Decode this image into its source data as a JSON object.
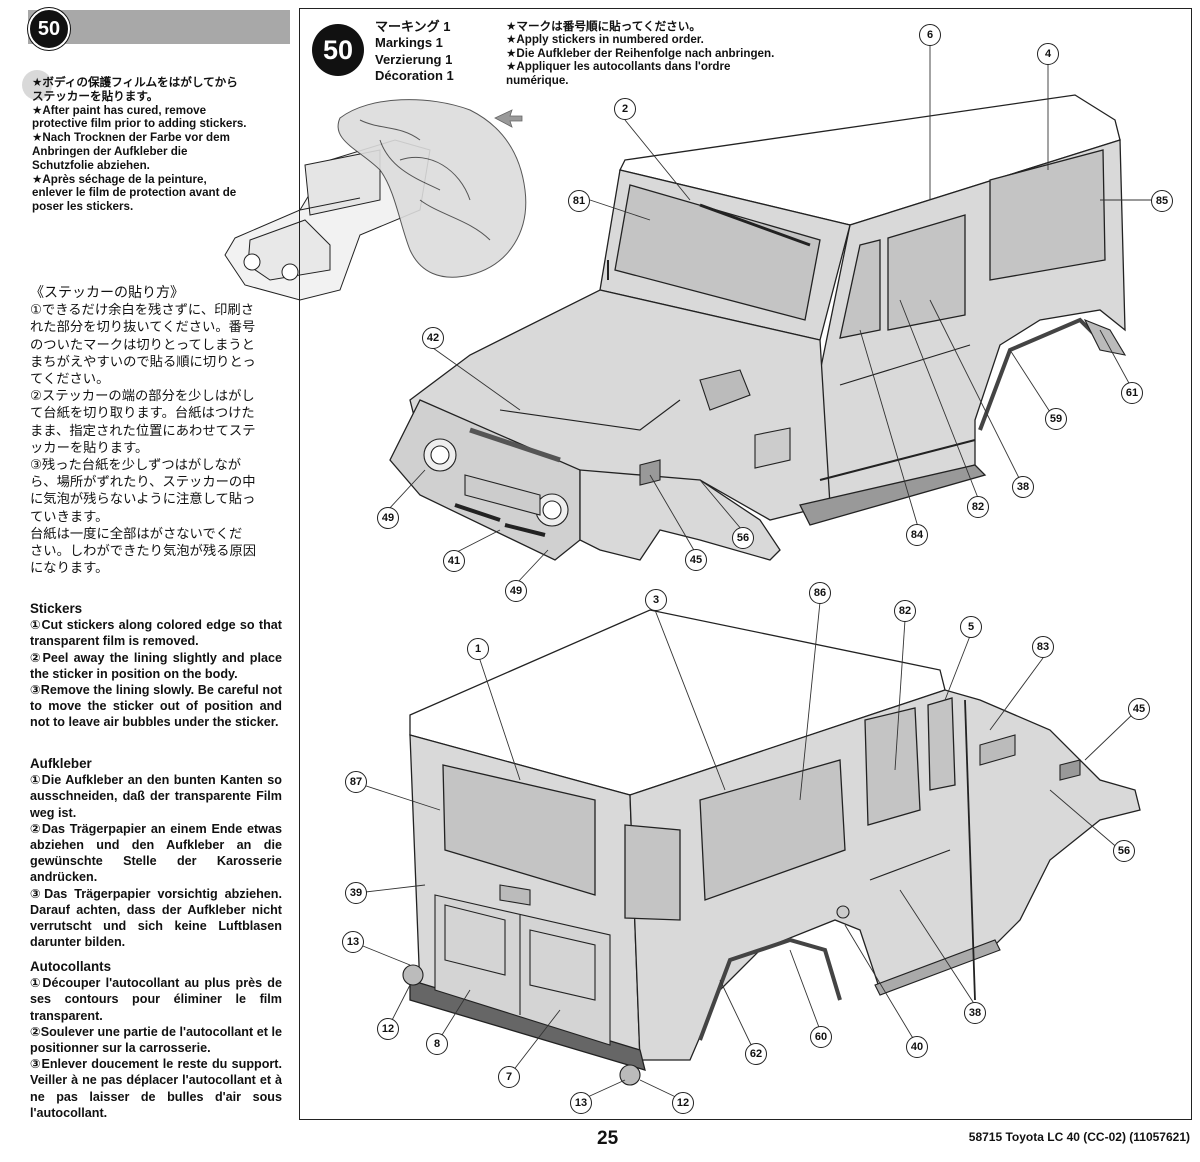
{
  "left": {
    "step_number": "50",
    "notes": [
      "★ボディの保護フィルムをはがしてから",
      "ステッカーを貼ります。",
      "★After paint has cured, remove",
      "protective film prior to adding stickers.",
      "★Nach Trocknen der Farbe vor dem",
      "Anbringen der Aufkleber die",
      "Schutzfolie abziehen.",
      "★Après séchage de la peinture,",
      "enlever le film de protection avant de",
      "poser les stickers."
    ],
    "jp_heading": "《ステッカーの貼り方》",
    "jp_lines": [
      "①できるだけ余白を残さずに、印刷さ",
      "れた部分を切り抜いてください。番号",
      "のついたマークは切りとってしまうと",
      "まちがえやすいので貼る順に切りとっ",
      "てください。",
      "②ステッカーの端の部分を少しはがし",
      "て台紙を切り取ります。台紙はつけた",
      "まま、指定された位置にあわせてステ",
      "ッカーを貼ります。",
      "③残った台紙を少しずつはがしなが",
      "ら、場所がずれたり、ステッカーの中",
      "に気泡が残らないように注意して貼っ",
      "ていきます。",
      "台紙は一度に全部はがさないでくだ",
      "さい。しわができたり気泡が残る原因",
      "になります。"
    ],
    "en_heading": "Stickers",
    "en_lines": [
      "①Cut stickers along colored edge so that transparent film is removed.",
      "②Peel away the lining slightly and place the sticker in position on the body.",
      "③Remove the lining slowly. Be careful not to move the sticker out of position and not to leave air bubbles under the sticker."
    ],
    "de_heading": "Aufkleber",
    "de_lines": [
      "①Die Aufkleber an den bunten Kanten so ausschneiden, daß der transparente Film weg ist.",
      "②Das Trägerpapier an einem Ende etwas abziehen und den Aufkleber an die gewünschte Stelle der Karosserie andrücken.",
      "③Das Trägerpapier vorsichtig abziehen. Darauf achten, dass der Aufkleber nicht verrutscht und sich keine Luftblasen darunter bilden."
    ],
    "fr_heading": "Autocollants",
    "fr_lines": [
      "①Découper l'autocollant au plus près de ses contours pour éliminer le film transparent.",
      "②Soulever une partie de l'autocollant et le positionner sur la carrosserie.",
      "③Enlever doucement le reste du support. Veiller à ne pas déplacer l'autocollant et à ne pas laisser de bulles d'air sous l'autocollant."
    ]
  },
  "main": {
    "step_number": "50",
    "titles": [
      "マーキング 1",
      "Markings 1",
      "Verzierung 1",
      "Décoration 1"
    ],
    "notes": [
      "★マークは番号順に貼ってください。",
      "★Apply stickers in numbered order.",
      "★Die Aufkleber der Reihenfolge nach anbringen.",
      "★Appliquer les autocollants dans l'ordre",
      "numérique."
    ],
    "callouts_top": [
      "6",
      "4",
      "2",
      "85",
      "81",
      "42",
      "61",
      "59",
      "38",
      "82",
      "84",
      "56",
      "45",
      "49",
      "41",
      "49"
    ],
    "callouts_bottom": [
      "3",
      "86",
      "82",
      "5",
      "83",
      "1",
      "45",
      "87",
      "56",
      "39",
      "13",
      "38",
      "12",
      "8",
      "60",
      "40",
      "7",
      "62",
      "13",
      "12"
    ]
  },
  "footer": {
    "page": "25",
    "model": "58715 Toyota LC 40 (CC-02) (11057621)"
  },
  "colors": {
    "ink": "#111111",
    "body_gray": "#d9d9d9",
    "window_gray": "#c4c4c4",
    "roof": "#ffffff",
    "bar_gray": "#a8a8a8"
  }
}
